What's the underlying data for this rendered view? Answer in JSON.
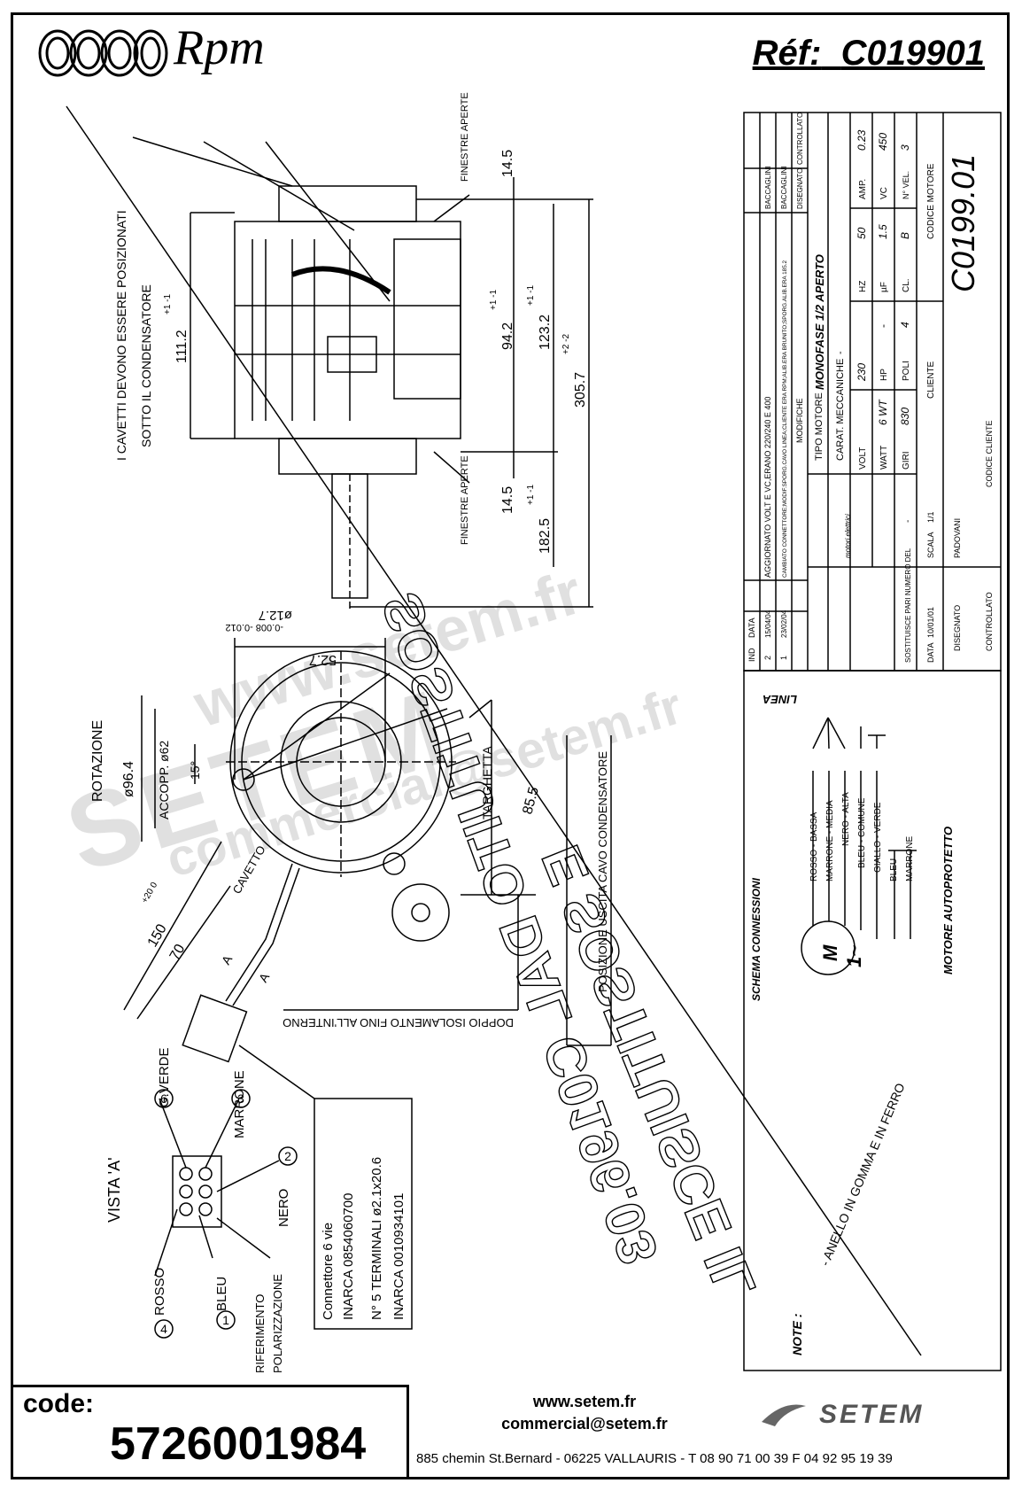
{
  "header": {
    "brand": "Rpm",
    "reference_label": "Réf:",
    "reference_value": "C019901"
  },
  "drawing": {
    "cable_note_line1": "I CAVETTI DEVONO ESSERE POSIZIONATI",
    "cable_note_line2": "SOTTO IL CONDENSATORE",
    "windows_open_top": "FINESTRE APERTE",
    "windows_open_bottom": "FINESTRE APERTE",
    "dim_111": "111.2",
    "dim_111_tol": "+1 -1",
    "dim_94": "94.2",
    "dim_94_tol": "+1 -1",
    "dim_123": "123.2",
    "dim_123_tol": "+1 -1",
    "dim_305": "305.7",
    "dim_305_tol": "+2 -2",
    "dim_14_top": "14.5",
    "dim_14_bottom": "14.5",
    "dim_182": "182.5",
    "dim_182_tol": "+1 -1",
    "dim_shaft": "ø12.7",
    "dim_shaft_tol": "-0.008 -0.012",
    "dim_52": "52.7",
    "rotation": "ROTAZIONE",
    "dim_96": "ø96.4",
    "accopp": "ACCOPP. ø62",
    "angle_15": "15°",
    "targhetta": "TARGHETTA",
    "dim_85": "85.5",
    "position_cable": "POSIZIONE USCITA CAVO CONDENSATORE",
    "double_insulation": "DOPPIO ISOLAMENTO FINO ALL'INTERNO",
    "cavetto": "CAVETTO",
    "dim_150": "150",
    "dim_150_tol": "+20 0",
    "dim_70": "70",
    "section_a": "A",
    "vista_a": "VISTA 'A'",
    "connector_line1": "Connettore 6 vie",
    "connector_line2": "INARCA 0854060700",
    "connector_line3": "N° 5 TERMINALI ø2.1x20.6",
    "connector_line4": "INARCA 0010934101",
    "wire_gverde": "G.VERDE",
    "wire_marrone": "MARRONE",
    "wire_nero": "NERO",
    "wire_rosso": "ROSSO",
    "wire_bleu": "BLEU",
    "pin_6": "6",
    "pin_3": "3",
    "pin_2": "2",
    "pin_4": "4",
    "pin_1": "1",
    "polarization_line1": "RIFERIMENTO",
    "polarization_line2": "POLARIZZAZIONE",
    "big_stamp_line1": "SOSTITUITO DAL C0196.03",
    "big_stamp_line2": "E SOSTITUISCE IL",
    "note_label": "NOTE :",
    "note_text": "- ANELLO IN GOMMA E IN FERRO"
  },
  "title_block": {
    "revision_rows": [
      {
        "ind": "2",
        "date": "15/04/04",
        "modifiche": "AGGIORNATO VOLT E VC,ERANO 220/240 E 400",
        "disegnato": "BACCAGLINI"
      },
      {
        "ind": "1",
        "date": "23/02/04",
        "modifiche": "CAMBIATO CONNETTORE;MODIF.SPORG.CAVO LINEA;CLIENTE ERA RPM;ALIB.ERA BRUNITO;SPORG.ALIB.ERA 185.2",
        "disegnato": "BACCAGLINI"
      }
    ],
    "col_ind": "IND",
    "col_data": "DATA",
    "col_modifiche": "MODIFICHE",
    "col_disegnato": "DISEGNATO",
    "col_controllato": "CONTROLLATO",
    "tipo_motore_label": "TIPO MOTORE",
    "tipo_motore_value": "MONOFASE 1/2 APERTO",
    "carat_label": "CARAT. MECCANICHE",
    "carat_value": "-",
    "volt_label": "VOLT",
    "volt_value": "230",
    "hz_label": "HZ",
    "hz_value": "50",
    "amp_label": "AMP.",
    "amp_value": "0.23",
    "watt_label": "WATT",
    "watt_value": "6 WT",
    "hp_label": "HP",
    "hp_value": "-",
    "uf_label": "µF",
    "uf_value": "1.5",
    "vc_label": "VC",
    "vc_value": "450",
    "giri_label": "GIRI",
    "giri_value": "830",
    "poli_label": "POLI",
    "poli_value": "4",
    "cl_label": "CL.",
    "cl_value": "B",
    "vel_label": "N° VEL.",
    "vel_value": "3",
    "cliente_label": "CLIENTE",
    "codice_motore_label": "CODICE MOTORE",
    "codice_motore_value": "C0199.01",
    "rpm_sub": "motori elettrici",
    "sostituisce_label": "SOSTITUISCE PARI NUMERO DEL",
    "sostituisce_value": "-",
    "data_label": "DATA",
    "data_value": "10/01/01",
    "scala_label": "SCALA",
    "scala_value": "1/1",
    "disegnato_label": "DISEGNATO",
    "disegnato_value": "PADOVANI",
    "controllato_label": "CONTROLLATO",
    "codice_cliente_label": "CODICE CLIENTE"
  },
  "schema": {
    "title": "SCHEMA CONNESSIONI",
    "linea": "LINEA",
    "wires": [
      "ROSSO - BASSA",
      "MARRONE - MEDIA",
      "NERO - ALTA",
      "BLEU - COMUNE",
      "GIALLO - VERDE",
      "BLEU",
      "MARRONE"
    ],
    "motor_symbol_top": "M",
    "motor_symbol_bottom": "1~",
    "autoprotetto": "MOTORE AUTOPROTETTO"
  },
  "footer": {
    "code_label": "code:",
    "code_value": "5726001984",
    "website": "www.setem.fr",
    "email": "commercial@setem.fr",
    "address": "885 chemin St.Bernard  -  06225 VALLAURIS  -  T 08 90 71 00 39   F 04 92 95 19 39",
    "setem_logo": "SETEM"
  },
  "watermark": {
    "big": "SETEM",
    "site": "www.setem.fr",
    "mail": "commercial@setem.fr"
  }
}
